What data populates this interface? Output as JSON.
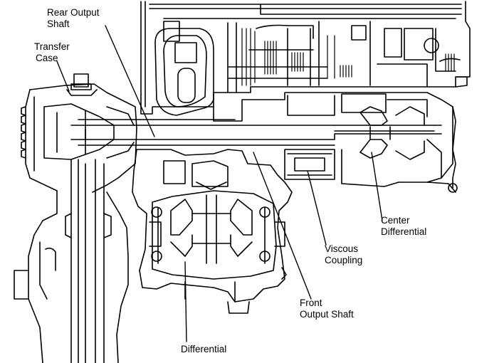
{
  "labels": {
    "rear_output_shaft": [
      "Rear Output",
      "Shaft"
    ],
    "transfer_case": [
      "Transfer",
      "Case"
    ],
    "center_differential": [
      "Center",
      "Differential"
    ],
    "viscous_coupling": [
      "Viscous",
      "Coupling"
    ],
    "front_output_shaft": [
      "Front",
      "Output Shaft"
    ],
    "differential": [
      "Differential"
    ]
  },
  "colors": {
    "ink": "#000000",
    "paper": "#ffffff"
  }
}
